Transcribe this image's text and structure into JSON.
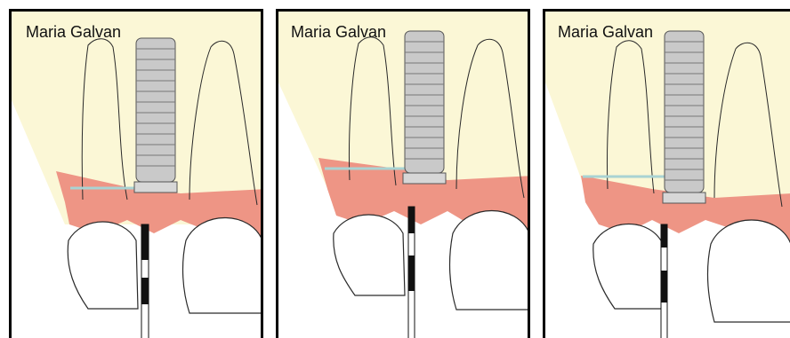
{
  "panels": [
    {
      "author_label": "Maria Galvan"
    },
    {
      "author_label": "Maria Galvan"
    },
    {
      "author_label": "Maria Galvan"
    }
  ],
  "colors": {
    "background_cream": "#fbf7d6",
    "gingiva": "#ee9585",
    "implant_gray": "#c9c9c9",
    "reference_line": "#a9d3d3",
    "outline": "#2a2a2a",
    "probe_black": "#111111"
  }
}
